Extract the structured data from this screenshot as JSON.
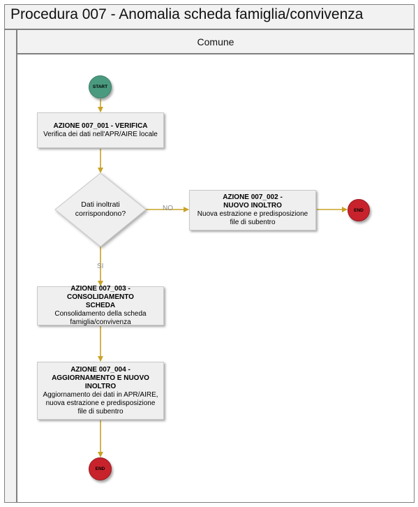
{
  "pool": {
    "title": "Procedura 007 - Anomalia scheda famiglia/convivenza"
  },
  "lane": {
    "title": "Comune"
  },
  "events": {
    "start": "START",
    "end_1": "END",
    "end_2": "END"
  },
  "tasks": {
    "t1": {
      "title": "AZIONE 007_001 - VERIFICA",
      "desc": "Verifica dei dati nell'APR/AIRE locale"
    },
    "t2": {
      "title": "AZIONE 007_002 - NUOVO INOLTRO",
      "desc": "Nuova estrazione e predisposizione file di subentro"
    },
    "t3": {
      "title": "AZIONE 007_003 - CONSOLIDAMENTO SCHEDA",
      "desc": "Consolidamento della scheda famiglia/convivenza"
    },
    "t4": {
      "title": "AZIONE 007_004 - AGGIORNAMENTO E NUOVO INOLTRO",
      "desc": "Aggiornamento dei dati in APR/AIRE, nuova estrazione e predisposizione file di subentro"
    }
  },
  "gateway": {
    "question": "Dati inoltrati corrispondono?"
  },
  "edges": {
    "no": "NO",
    "yes": "SI"
  },
  "colors": {
    "flow": "#c9a227",
    "start": "#4a9a7f",
    "end": "#c8232c",
    "task_fill": "#efefef",
    "header_fill": "#f2f2f2"
  }
}
